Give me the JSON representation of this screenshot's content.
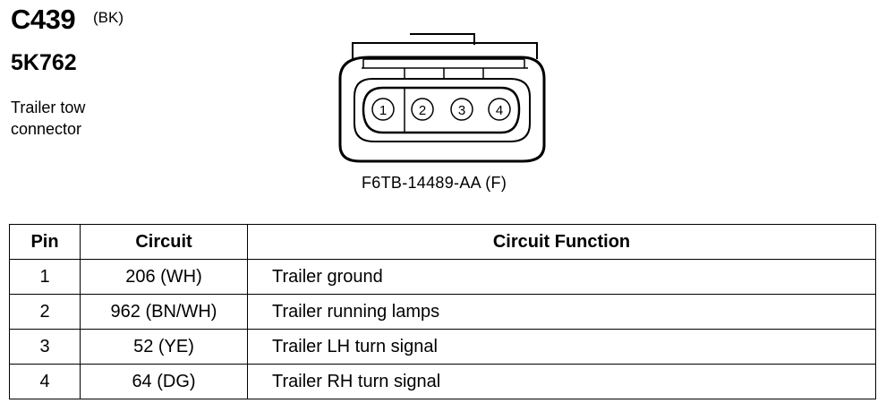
{
  "connector": {
    "id": "C439",
    "color_code": "(BK)",
    "part_number": "5K762",
    "description_lines": [
      "Trailer tow",
      "connector"
    ],
    "pin_labels": [
      "1",
      "2",
      "3",
      "4"
    ],
    "code": "F6TB-14489-AA (F)"
  },
  "table": {
    "headers": {
      "pin": "Pin",
      "circuit": "Circuit",
      "function": "Circuit Function"
    },
    "rows": [
      {
        "pin": "1",
        "circuit": "206 (WH)",
        "function": "Trailer ground"
      },
      {
        "pin": "2",
        "circuit": "962 (BN/WH)",
        "function": "Trailer running lamps"
      },
      {
        "pin": "3",
        "circuit": "52 (YE)",
        "function": "Trailer LH turn signal"
      },
      {
        "pin": "4",
        "circuit": "64 (DG)",
        "function": "Trailer RH turn signal"
      }
    ]
  }
}
